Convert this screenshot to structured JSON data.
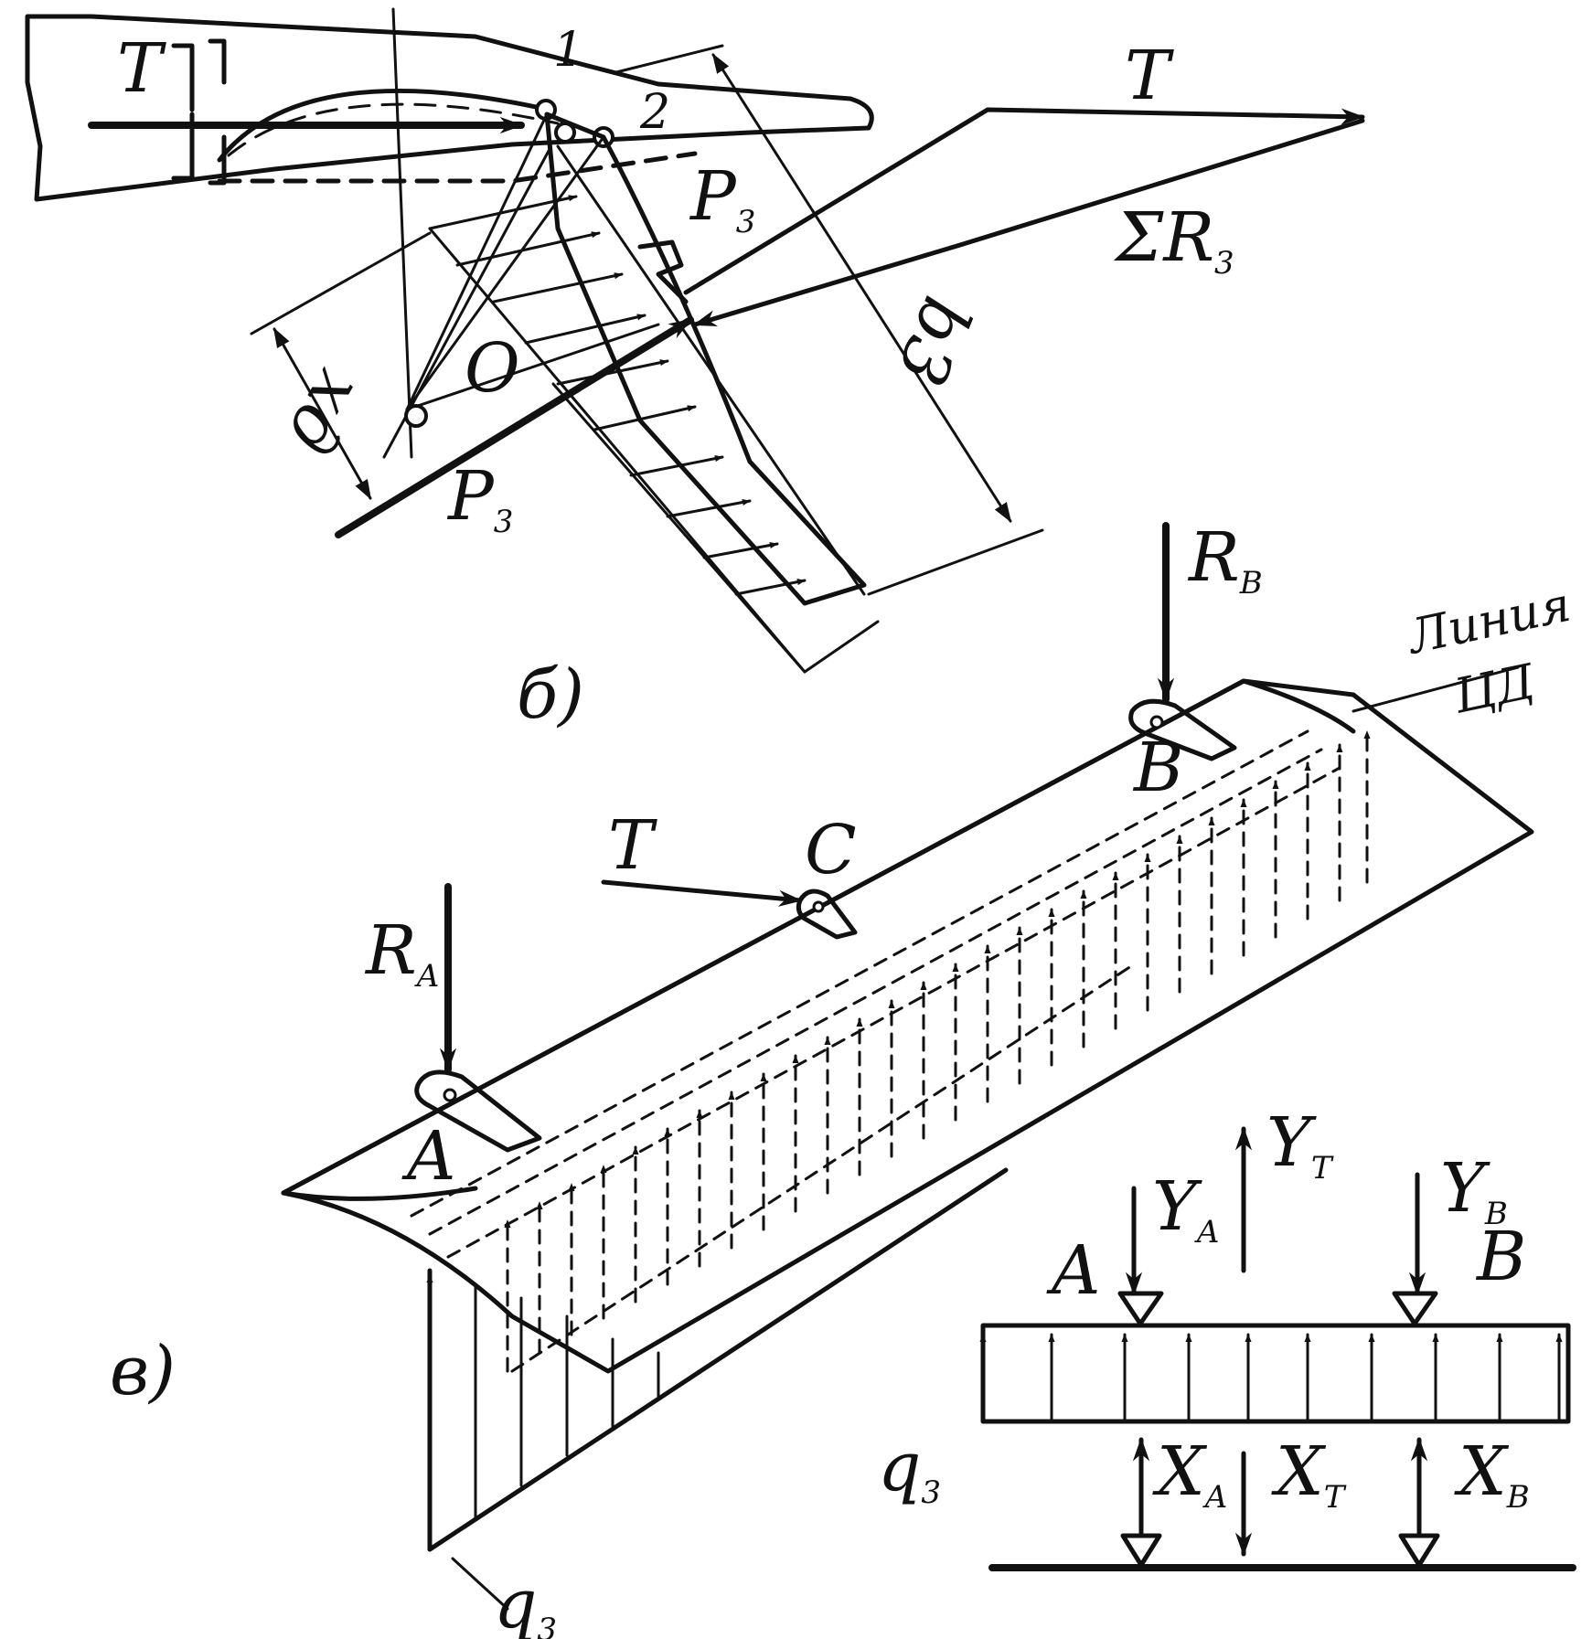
{
  "panels": {
    "b": {
      "caption": "б)",
      "labels": {
        "T_left": "T",
        "T_right": "T",
        "node_1": "1",
        "node_2": "2",
        "P3_upper": "P",
        "P3_upper_sub": "3",
        "P3_lower": "P",
        "P3_lower_sub": "3",
        "sum_R3": "ΣR",
        "sum_R3_sub": "3",
        "point_O": "O",
        "dim_xd": "xд",
        "dim_b3": "b3"
      }
    },
    "v": {
      "caption": "в)",
      "labels": {
        "R_A": "R",
        "R_A_sub": "A",
        "R_B": "R",
        "R_B_sub": "B",
        "T": "T",
        "C": "C",
        "A": "A",
        "B": "B",
        "line_cd_1": "Линия",
        "line_cd_2": "ЦД",
        "q3_bottom": "q",
        "q3_bottom_sub": "3"
      },
      "beam_scheme": {
        "A": "A",
        "B": "B",
        "Y_A": "Y",
        "Y_A_sub": "A",
        "Y_T": "Y",
        "Y_T_sub": "T",
        "Y_B": "Y",
        "Y_B_sub": "B",
        "q3": "q",
        "q3_sub": "3",
        "X_A": "X",
        "X_A_sub": "A",
        "X_T": "X",
        "X_T_sub": "T",
        "X_B": "X",
        "X_B_sub": "B"
      }
    }
  }
}
